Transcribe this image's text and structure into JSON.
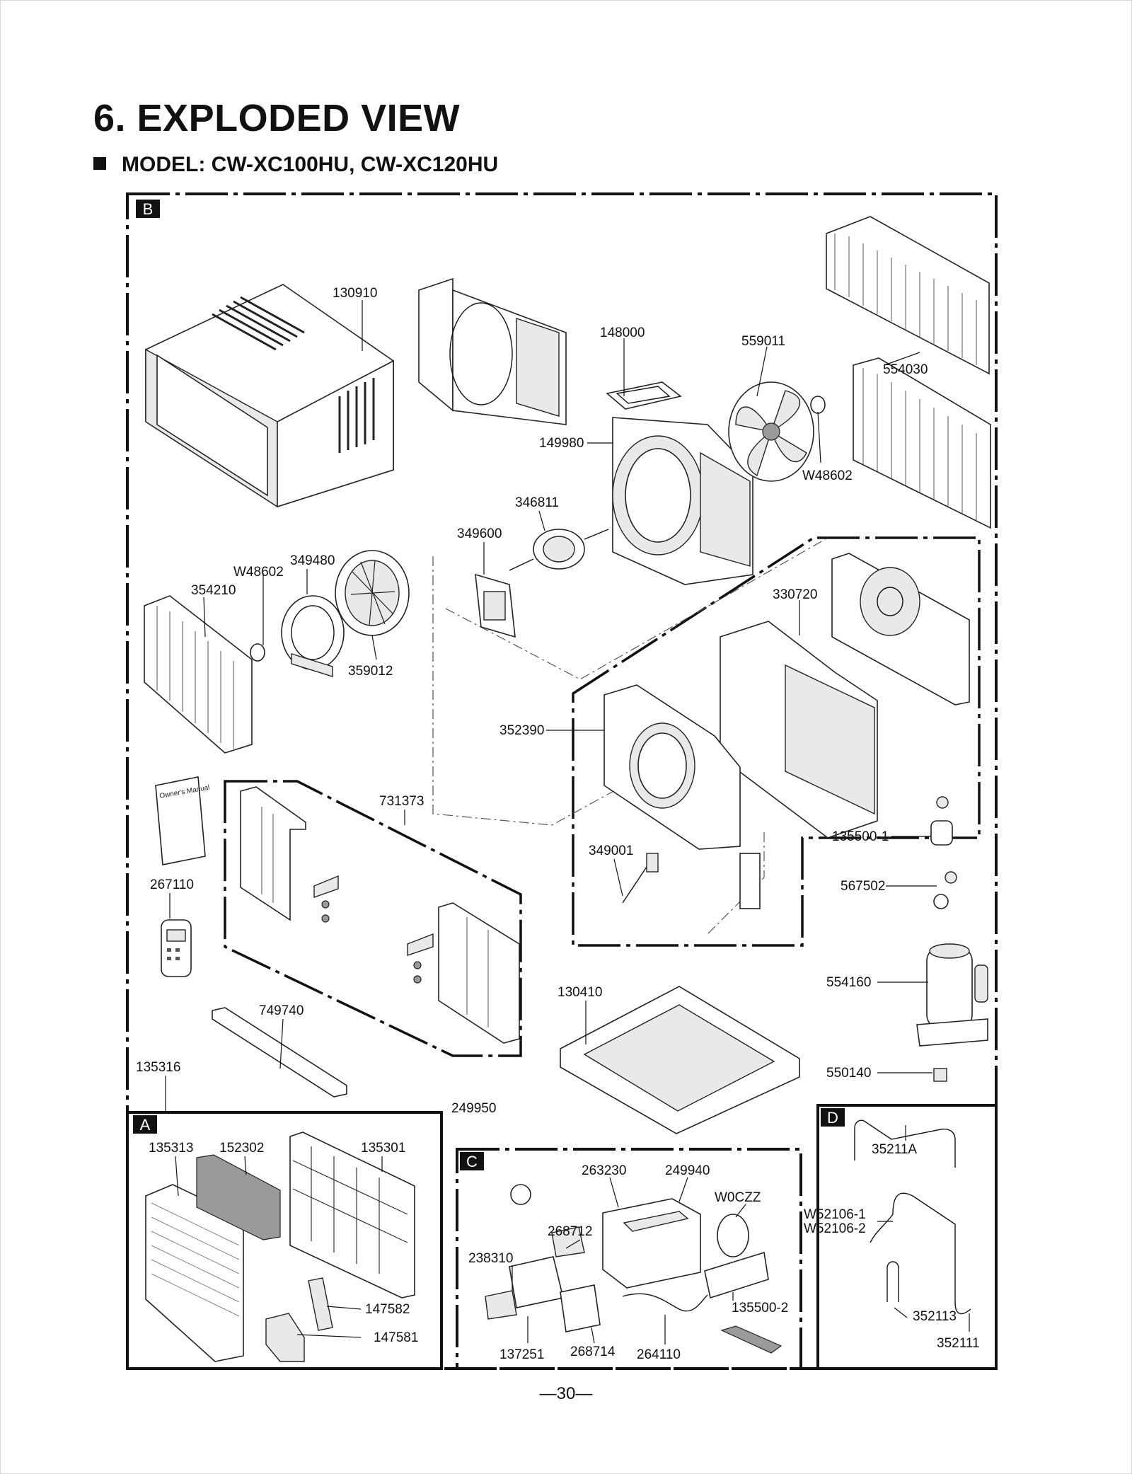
{
  "title": "6. EXPLODED VIEW",
  "subtitle": "MODEL: CW-XC100HU, CW-XC120HU",
  "page_number": "—30—",
  "sections": {
    "A": "A",
    "B": "B",
    "C": "C",
    "D": "D"
  },
  "callouts": {
    "p130910": "130910",
    "p148000": "148000",
    "p559011": "559011",
    "p554030": "554030",
    "p149980": "149980",
    "pW48602_fan": "W48602",
    "p346811": "346811",
    "p349600": "349600",
    "pW48602": "W48602",
    "p349480": "349480",
    "p354210": "354210",
    "p359012": "359012",
    "p330720": "330720",
    "p352390": "352390",
    "p731373": "731373",
    "p349001": "349001",
    "p267110": "267110",
    "p135500_1": "135500-1",
    "p567502": "567502",
    "p554160": "554160",
    "p130410": "130410",
    "p749740": "749740",
    "p550140": "550140",
    "p135316": "135316",
    "p249950": "249950",
    "p135313": "135313",
    "p152302": "152302",
    "p135301": "135301",
    "p147582": "147582",
    "p147581": "147581",
    "p263230": "263230",
    "p249940": "249940",
    "pW0CZZ": "W0CZZ",
    "p268712": "268712",
    "p238310": "238310",
    "p135500_2": "135500-2",
    "p137251": "137251",
    "p268714": "268714",
    "p264110": "264110",
    "p35211A": "35211A",
    "pW52106_1": "W52106-1",
    "pW52106_2": "W52106-2",
    "p352113": "352113",
    "p352111": "352111"
  },
  "manual_cover_text": "Owner's Manual"
}
